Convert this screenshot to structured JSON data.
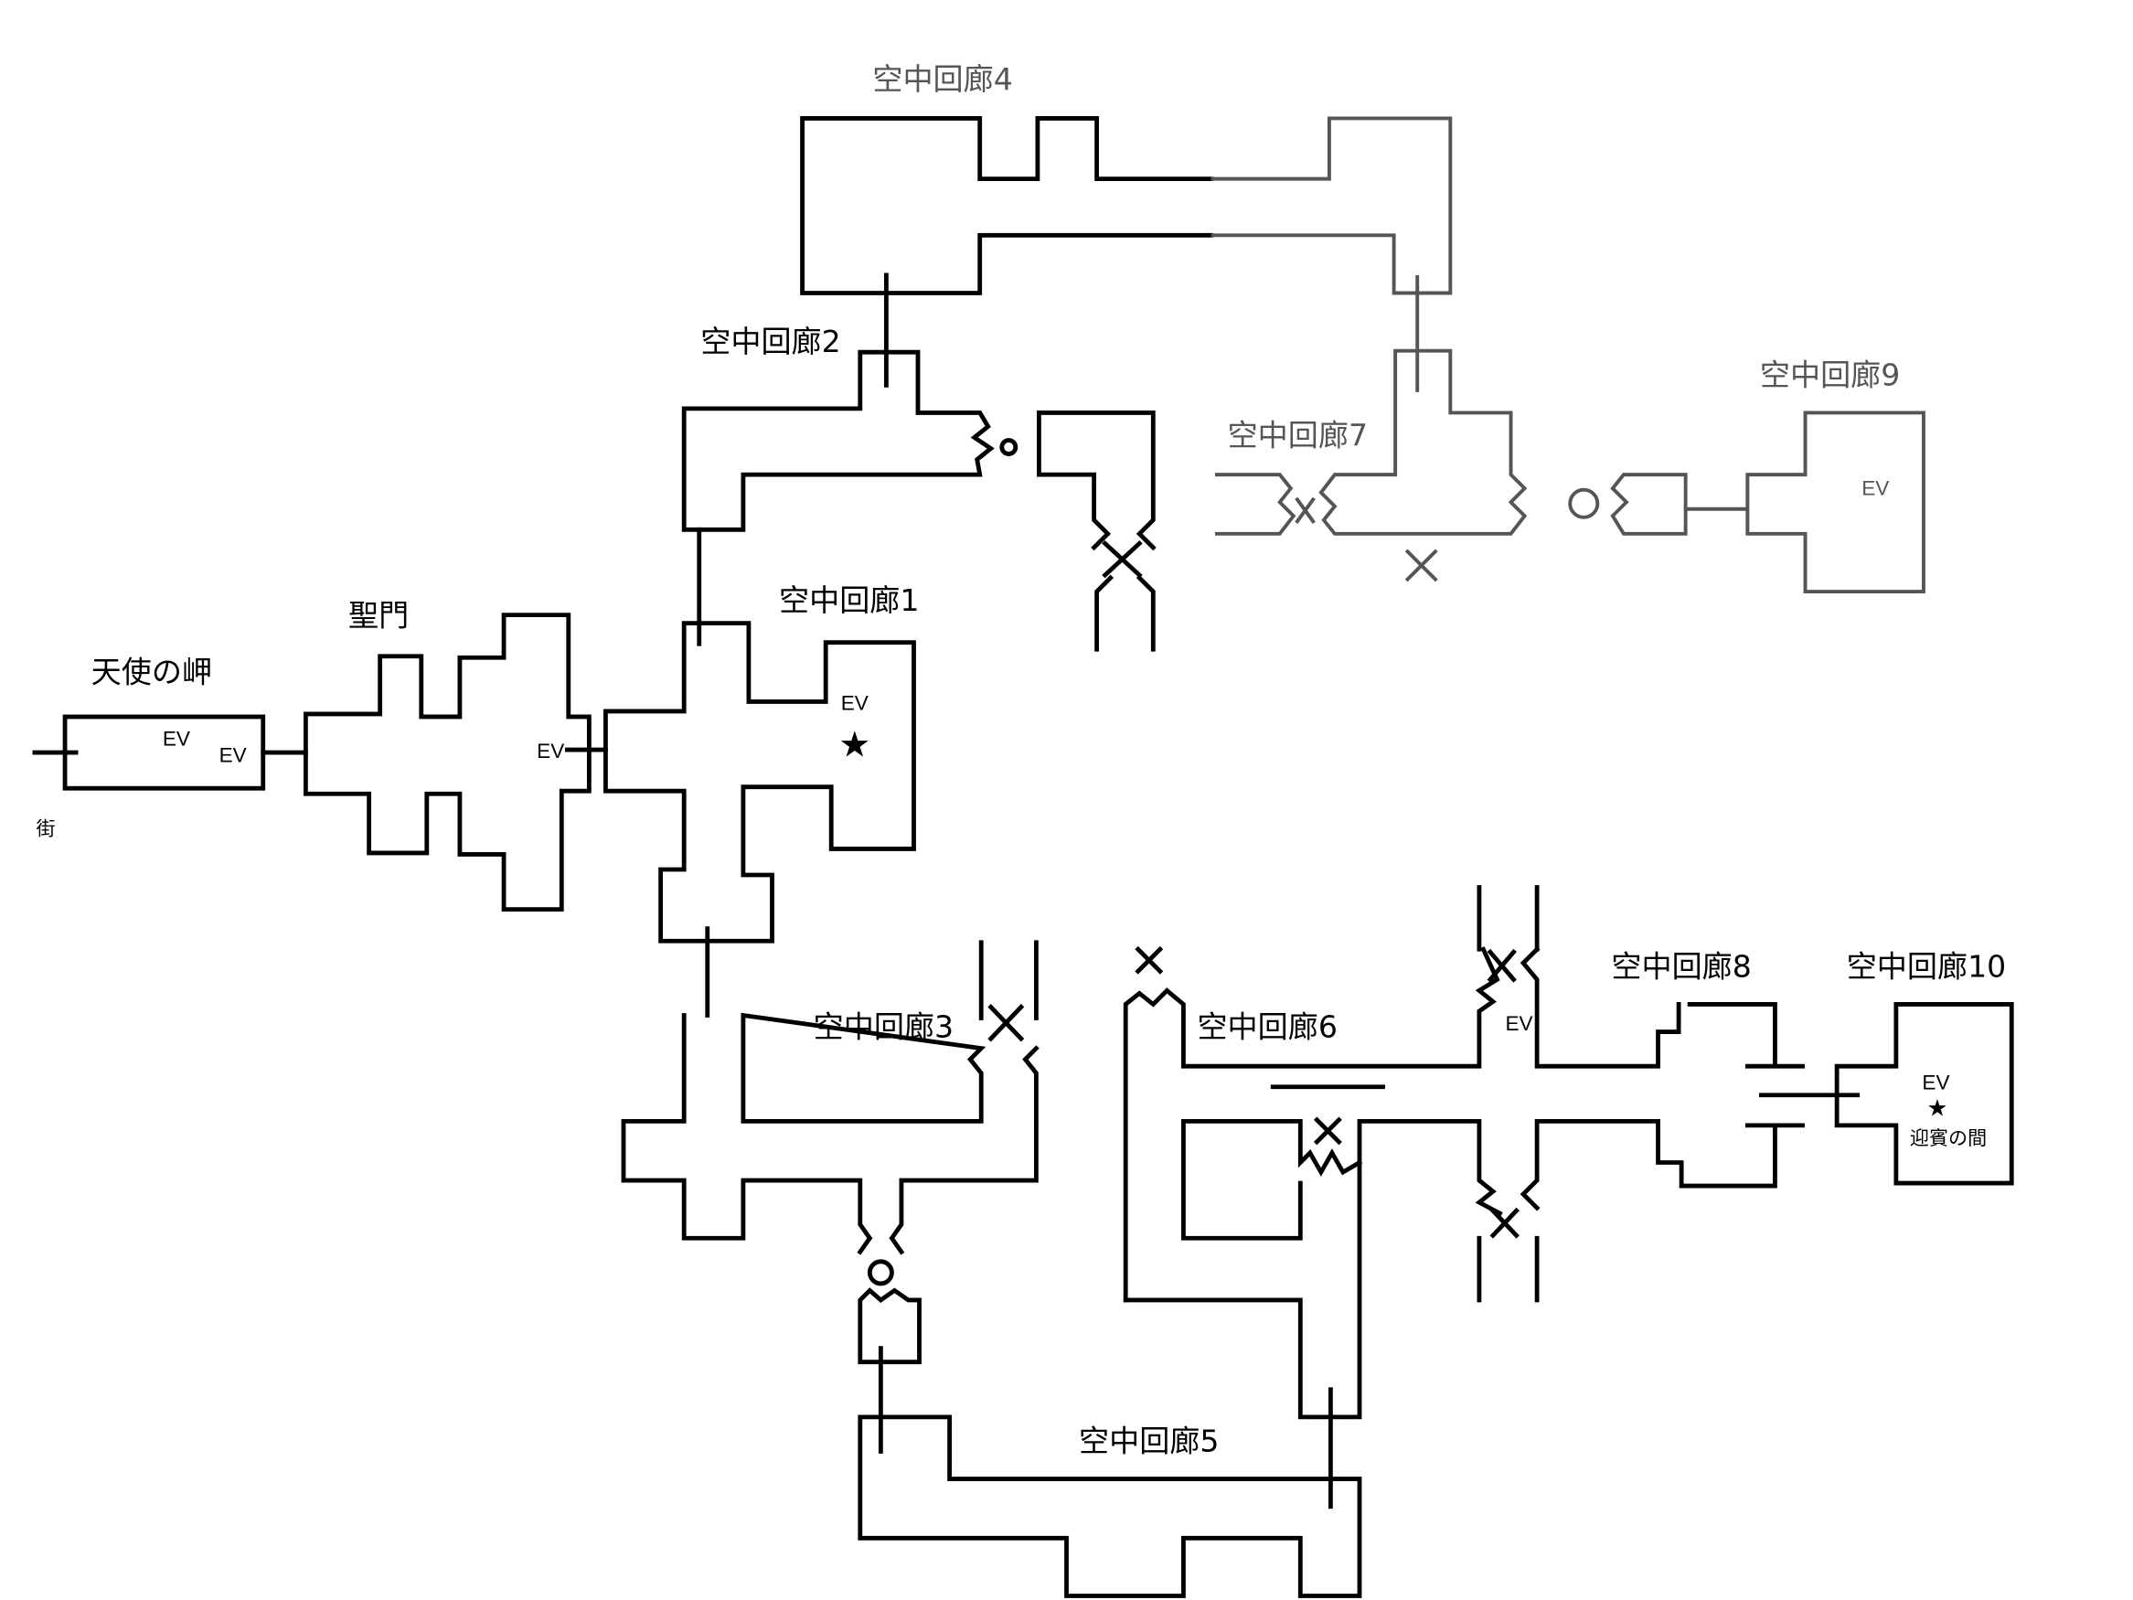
{
  "rooms": {
    "cape": "天使の岬",
    "town": "街",
    "gate": "聖門",
    "corridor1": "空中回廊1",
    "corridor2": "空中回廊2",
    "corridor3": "空中回廊3",
    "corridor4": "空中回廊4",
    "corridor5": "空中回廊5",
    "corridor6": "空中回廊6",
    "corridor7": "空中回廊7",
    "corridor8": "空中回廊8",
    "corridor9": "空中回廊9",
    "corridor10": "空中回廊10",
    "reception": "迎賓の間"
  },
  "markers": {
    "ev": "EV",
    "star": "★",
    "cross": "×",
    "circle": "○"
  },
  "colors": {
    "line": "#000000",
    "faded_line": "#555555"
  }
}
